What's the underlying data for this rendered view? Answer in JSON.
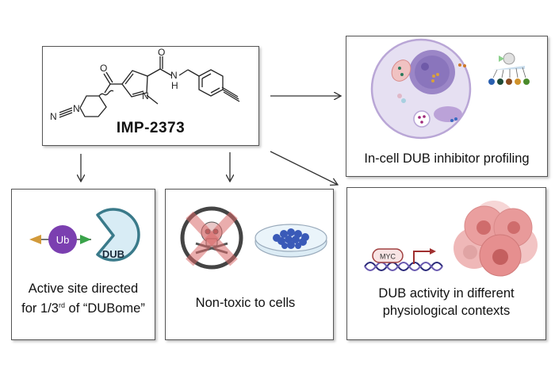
{
  "compound": {
    "name": "IMP-2373",
    "atom_labels": {
      "oxygen": "O",
      "nitrogen": "N",
      "amide_h": "H"
    }
  },
  "panels": {
    "profiling": {
      "label": "In-cell DUB inhibitor profiling"
    },
    "active_site": {
      "label_line1": "Active site directed",
      "label_line2_prefix": "for 1/3",
      "label_line2_sup": "rd",
      "label_line2_suffix": " of “DUBome”",
      "ub_label": "Ub",
      "dub_label": "DUB"
    },
    "non_toxic": {
      "label": "Non-toxic to cells"
    },
    "physiological": {
      "label_line1": "DUB activity in different",
      "label_line2": "physiological contexts",
      "myc_label": "MYC"
    }
  },
  "colors": {
    "ub": "#7b3fb0",
    "dub_fill": "#d8ecf5",
    "dub_stroke": "#3a7a8a",
    "warhead_left": "#d29a3a",
    "warhead_right": "#3aa34a",
    "cell_membrane": "#b9a6d6",
    "cancer_cells": "#e89a9a",
    "myc_outline": "#a04040",
    "dna": "#2b2a7a"
  }
}
